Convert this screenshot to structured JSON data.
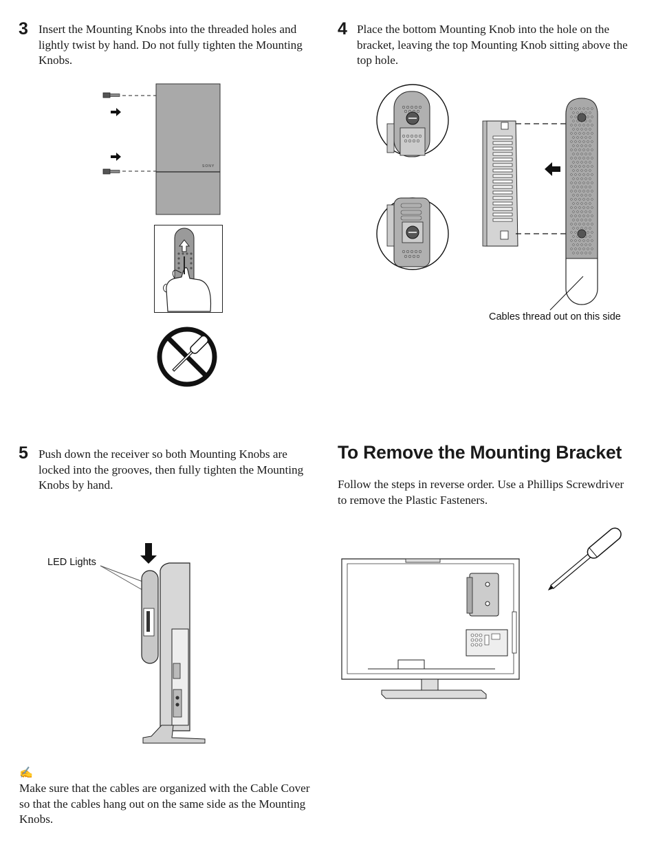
{
  "step3": {
    "number": "3",
    "text": "Insert the Mounting Knobs into the threaded holes and lightly twist by hand.  Do not fully tighten the Mounting Knobs.",
    "brand_mark": "SONY"
  },
  "step4": {
    "number": "4",
    "text": "Place the bottom Mounting Knob into the hole on the bracket, leaving the top Mounting Knob sitting above the top hole.",
    "callout": "Cables thread out on this side"
  },
  "step5": {
    "number": "5",
    "text": "Push down the receiver so both Mounting Knobs are locked into the grooves, then fully tighten the Mounting Knobs by hand.",
    "callout": "LED Lights"
  },
  "remove": {
    "heading": "To Remove the Mounting Bracket",
    "text": "Follow the steps in reverse order. Use a Phillips Screwdriver to remove the Plastic Fasteners."
  },
  "note": {
    "icon": "note-pencil-icon",
    "text": "Make sure that the cables are organized with the Cable Cover so that the cables hang out on the same side as the Mounting Knobs."
  },
  "colors": {
    "ink": "#1a1a1a",
    "panel_gray": "#a9a9a9",
    "light_gray": "#d0d0d0"
  }
}
